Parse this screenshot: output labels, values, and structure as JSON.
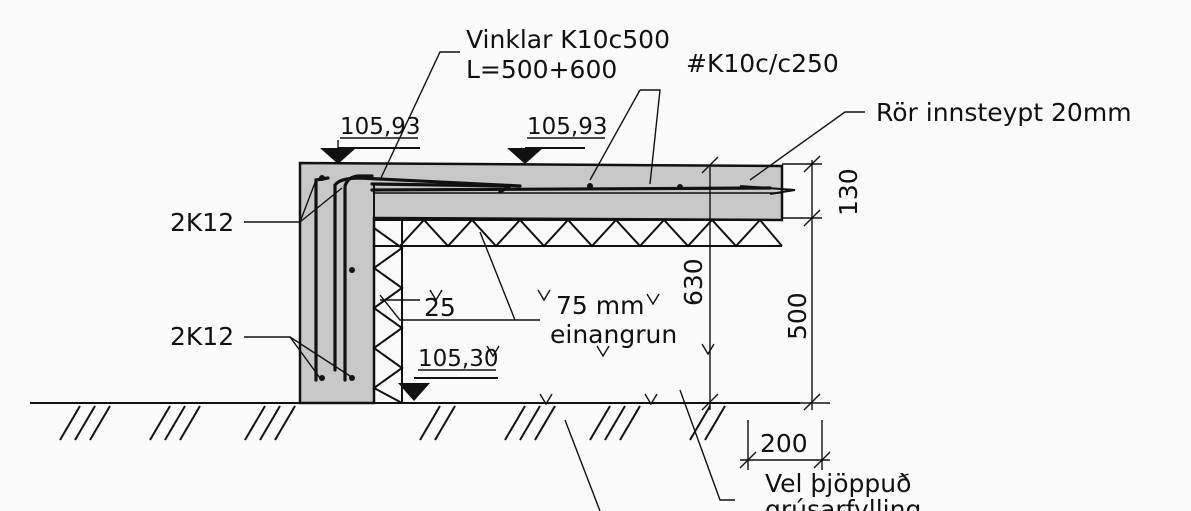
{
  "drawing": {
    "labels": {
      "vinklar": "Vinklar K10c500",
      "vinklar_length": "L=500+600",
      "mesh": "#K10c/c250",
      "pipe": "Rör innsteypt 20mm",
      "elev_top_left": "105,93",
      "elev_top_mid": "105,93",
      "elev_bottom": "105,30",
      "rebar_top": "2K12",
      "rebar_bottom": "2K12",
      "dim_25": "25",
      "insulation_1": "75 mm",
      "insulation_2": "einangrun",
      "dim_630": "630",
      "dim_130": "130",
      "dim_500": "500",
      "dim_200": "200",
      "fill_1": "Vel þjöppuð",
      "fill_2": "grúsarfylling"
    },
    "colors": {
      "concrete": "#c8c8c8",
      "line": "#111111",
      "background": "#fbfbfb"
    }
  }
}
